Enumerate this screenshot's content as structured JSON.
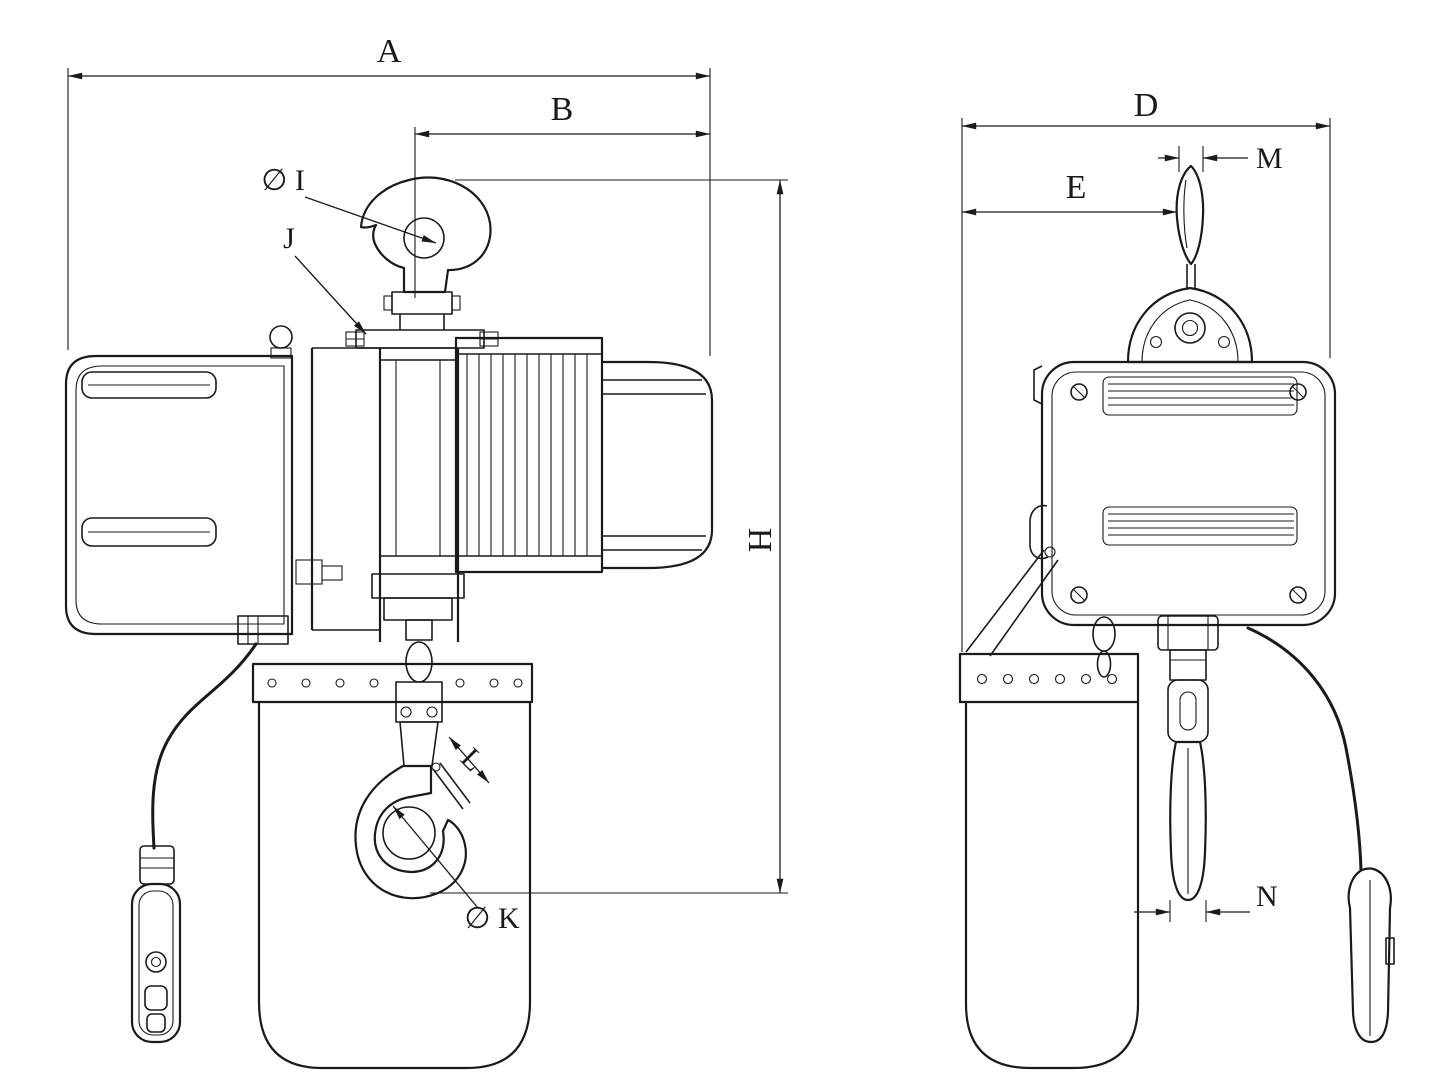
{
  "page": {
    "background": "#ffffff",
    "line_color": "#1a1a1a"
  },
  "drawing": {
    "labels": {
      "A": "A",
      "B": "B",
      "D": "D",
      "E": "E",
      "H": "H",
      "I": "∅ I",
      "J": "J",
      "K": "∅ K",
      "L": "L",
      "M": "M",
      "N": "N"
    }
  }
}
